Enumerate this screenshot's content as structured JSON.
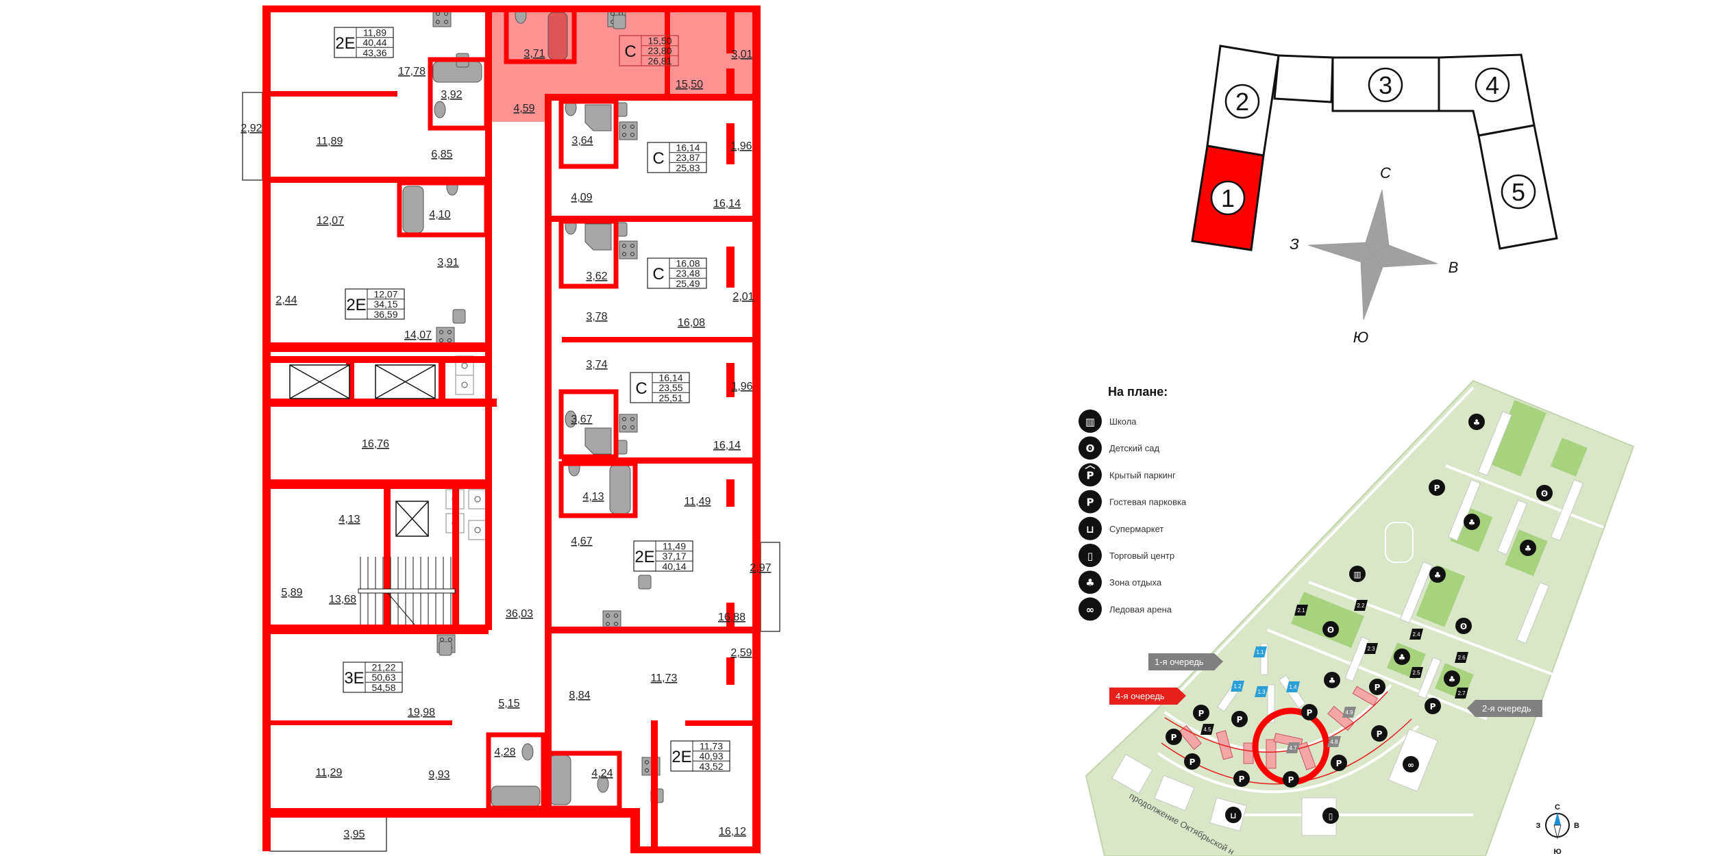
{
  "colors": {
    "wall": "#ff0000",
    "highlight": "#ff8080",
    "fixture": "#a6a6a6",
    "site_green": "#d9e6c8",
    "park_green": "#a8d27e",
    "queue_4": "#e8201c",
    "queue_other": "#808080",
    "selected_section": "#ff0000"
  },
  "plan": {
    "apartments": [
      {
        "type": "2E",
        "values": [
          "11,89",
          "40,44",
          "43,36"
        ]
      },
      {
        "type": "С",
        "values": [
          "15,50",
          "23,80",
          "26,81"
        ],
        "highlighted": true
      },
      {
        "type": "С",
        "values": [
          "16,14",
          "23,87",
          "25,83"
        ]
      },
      {
        "type": "С",
        "values": [
          "16,08",
          "23,48",
          "25,49"
        ]
      },
      {
        "type": "2E",
        "values": [
          "12,07",
          "34,15",
          "36,59"
        ]
      },
      {
        "type": "С",
        "values": [
          "16,14",
          "23,55",
          "25,51"
        ]
      },
      {
        "type": "2E",
        "values": [
          "11,49",
          "37,17",
          "40,14"
        ]
      },
      {
        "type": "3E",
        "values": [
          "21,22",
          "50,63",
          "54,58"
        ]
      },
      {
        "type": "2E",
        "values": [
          "11,73",
          "40,93",
          "43,52"
        ]
      }
    ],
    "rooms": [
      "17,78",
      "3,92",
      "11,89",
      "6,85",
      "3,71",
      "3,01",
      "15,50",
      "4,59",
      "3,64",
      "1,96",
      "4,09",
      "16,14",
      "12,07",
      "4,10",
      "3,91",
      "3,62",
      "2,92",
      "2,44",
      "14,07",
      "2,01",
      "3,78",
      "16,08",
      "3,74",
      "1,96",
      "3,67",
      "16,76",
      "16,14",
      "4,13",
      "11,49",
      "4,13",
      "4,67",
      "5,89",
      "13,68",
      "36,03",
      "16,88",
      "2,97",
      "2,59",
      "11,73",
      "8,84",
      "5,15",
      "19,98",
      "4,28",
      "4,24",
      "11,29",
      "9,93",
      "3,95",
      "16,12"
    ]
  },
  "section_scheme": {
    "sections": [
      "1",
      "2",
      "3",
      "4",
      "5"
    ],
    "selected": "1",
    "compass": {
      "n": "С",
      "s": "Ю",
      "w": "З",
      "e": "В"
    }
  },
  "site_map": {
    "legend_title": "На плане:",
    "legend": [
      {
        "icon": "school-icon",
        "label": "Школа"
      },
      {
        "icon": "kindergarten-icon",
        "label": "Детский сад"
      },
      {
        "icon": "covered-parking-icon",
        "label": "Крытый паркинг"
      },
      {
        "icon": "guest-parking-icon",
        "label": "Гостевая парковка"
      },
      {
        "icon": "supermarket-icon",
        "label": "Супермаркет"
      },
      {
        "icon": "mall-icon",
        "label": "Торговый центр"
      },
      {
        "icon": "recreation-icon",
        "label": "Зона отдыха"
      },
      {
        "icon": "ice-arena-icon",
        "label": "Ледовая арена"
      }
    ],
    "queues": {
      "q1": "1-я очередь",
      "q4": "4-я очередь",
      "q2": "2-я очередь"
    },
    "building_numbers": [
      "1.1",
      "1.2",
      "1.3",
      "1.4",
      "2.1",
      "2.2",
      "2.3",
      "2.4",
      "2.5",
      "2.6",
      "2.7",
      "4.5",
      "4.7",
      "4.8",
      "4.9"
    ],
    "road_label": "продолжение Октябрьской н",
    "compass": {
      "n": "С",
      "s": "Ю",
      "w": "З",
      "e": "В"
    }
  }
}
